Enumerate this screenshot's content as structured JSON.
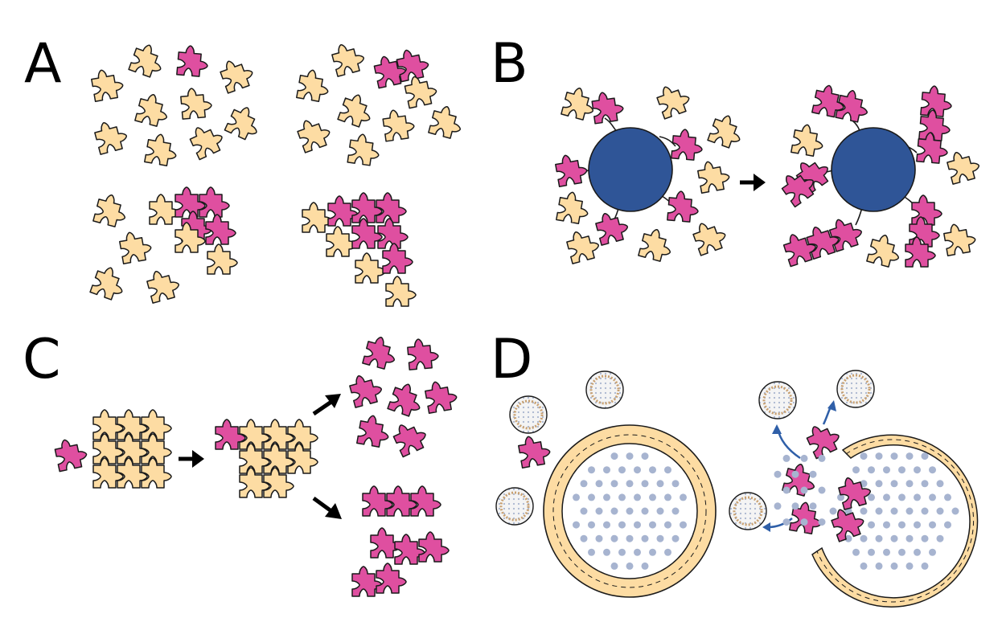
{
  "panels": {
    "a": {
      "label": "A"
    },
    "b": {
      "label": "B"
    },
    "c": {
      "label": "C"
    },
    "d": {
      "label": "D"
    }
  },
  "colors": {
    "tan_piece": "#fddca3",
    "magenta_piece": "#df4fa0",
    "outline": "#1a1a1a",
    "blue_core": "#2f5597",
    "dot": "#a7b4d0",
    "vesicle_fill": "#f0f0f0",
    "curve_arrow": "#2f5fa8"
  },
  "icons": [
    "puzzle-piece-icon",
    "arrow-icon",
    "vesicle-icon",
    "nanoparticle-icon"
  ]
}
